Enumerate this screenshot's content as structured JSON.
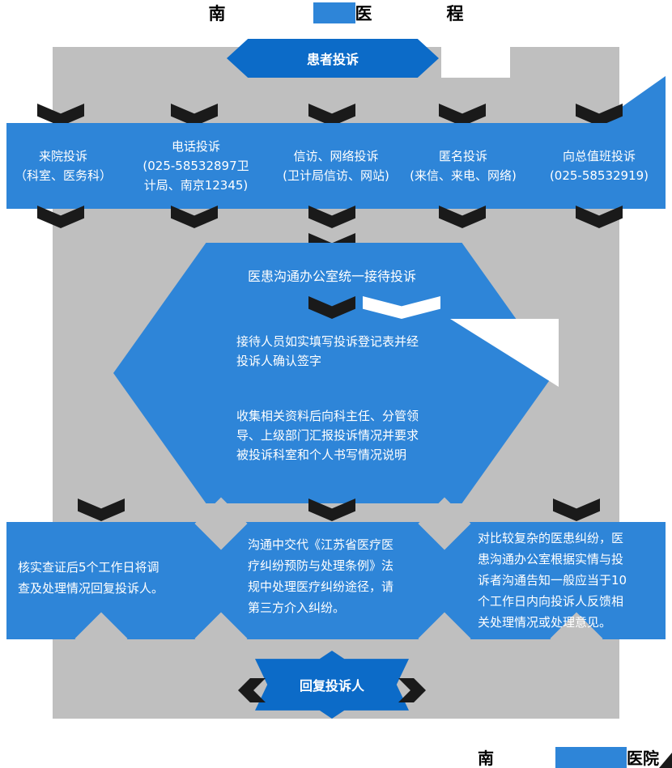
{
  "colors": {
    "primary_blue": "#2E85D8",
    "dark_blue": "#0C6BC8",
    "gray": "#BFBFBF",
    "arrow_black": "#1A1A1A"
  },
  "title": {
    "part1": "南",
    "part2": "医",
    "part3": "程"
  },
  "start_banner": "患者投诉",
  "channels": [
    {
      "text": "来院投诉\n（科室、医务科）"
    },
    {
      "text": "电话投诉\n(025-58532897卫\n计局、南京12345)"
    },
    {
      "text": "信访、网络投诉\n(卫计局信访、网站)"
    },
    {
      "text": "匿名投诉\n(来信、来电、网络)"
    },
    {
      "text": "向总值班投诉\n(025-58532919)"
    }
  ],
  "process": {
    "step1": "医患沟通办公室统一接待投诉",
    "step2": "接待人员如实填写投诉登记表并经\n投诉人确认签字",
    "step3": "收集相关资料后向科主任、分管领\n导、上级部门汇报投诉情况并要求\n被投诉科室和个人书写情况说明"
  },
  "outcomes": [
    {
      "text": "核实查证后5个工作日将调\n查及处理情况回复投诉人。"
    },
    {
      "text": "沟通中交代《江苏省医疗医\n疗纠纷预防与处理条例》法\n规中处理医疗纠纷途径，请\n第三方介入纠纷。"
    },
    {
      "text": "对比较复杂的医患纠纷，医\n患沟通办公室根据实情与投\n诉者沟通告知一般应当于10\n个工作日内向投诉人反馈相\n关处理情况或处理意见。"
    }
  ],
  "end_banner": "回复投诉人",
  "footer": {
    "part1": "南",
    "part2": "医院"
  }
}
